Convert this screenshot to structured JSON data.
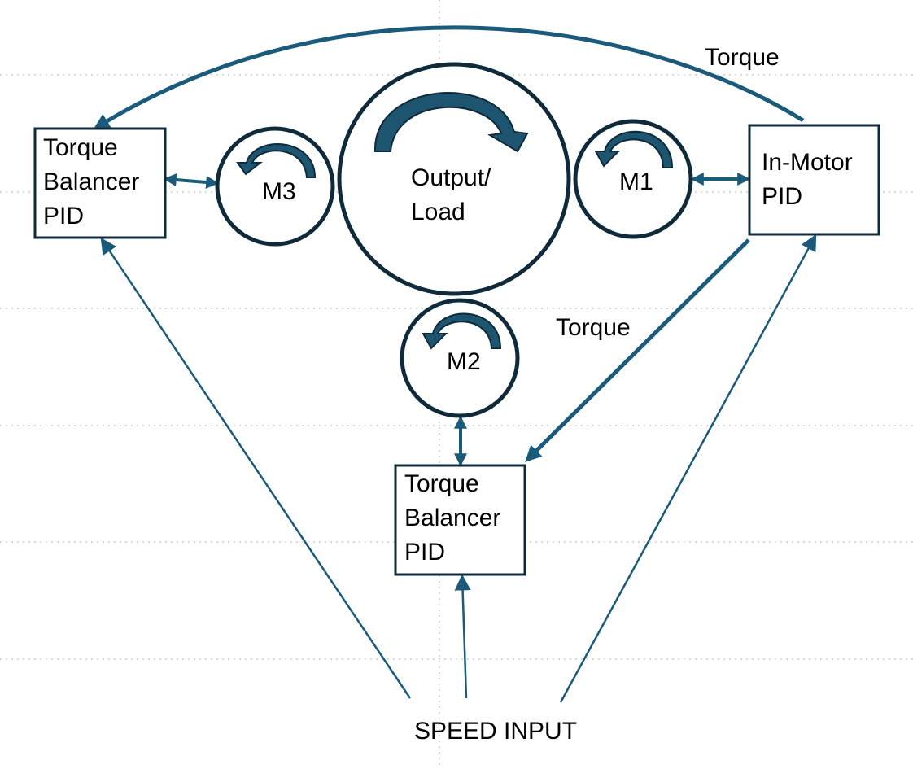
{
  "colors": {
    "arrow": "#1a5a7a",
    "outline": "#0f2a3a",
    "rotation_fill": "#1d5470",
    "grid": "#b0b0b0"
  },
  "blocks": {
    "balancer_left": [
      "Torque",
      "Balancer",
      "PID"
    ],
    "in_motor": [
      "In-Motor",
      "PID"
    ],
    "balancer_bottom": [
      "Torque",
      "Balancer",
      "PID"
    ]
  },
  "gears": {
    "output": [
      "Output/",
      "Load"
    ],
    "m1": "M1",
    "m2": "M2",
    "m3": "M3"
  },
  "labels": {
    "torque_top": "Torque",
    "torque_middle": "Torque",
    "speed_input": "SPEED INPUT"
  },
  "icons": [
    "rotation-arrow-icon"
  ]
}
